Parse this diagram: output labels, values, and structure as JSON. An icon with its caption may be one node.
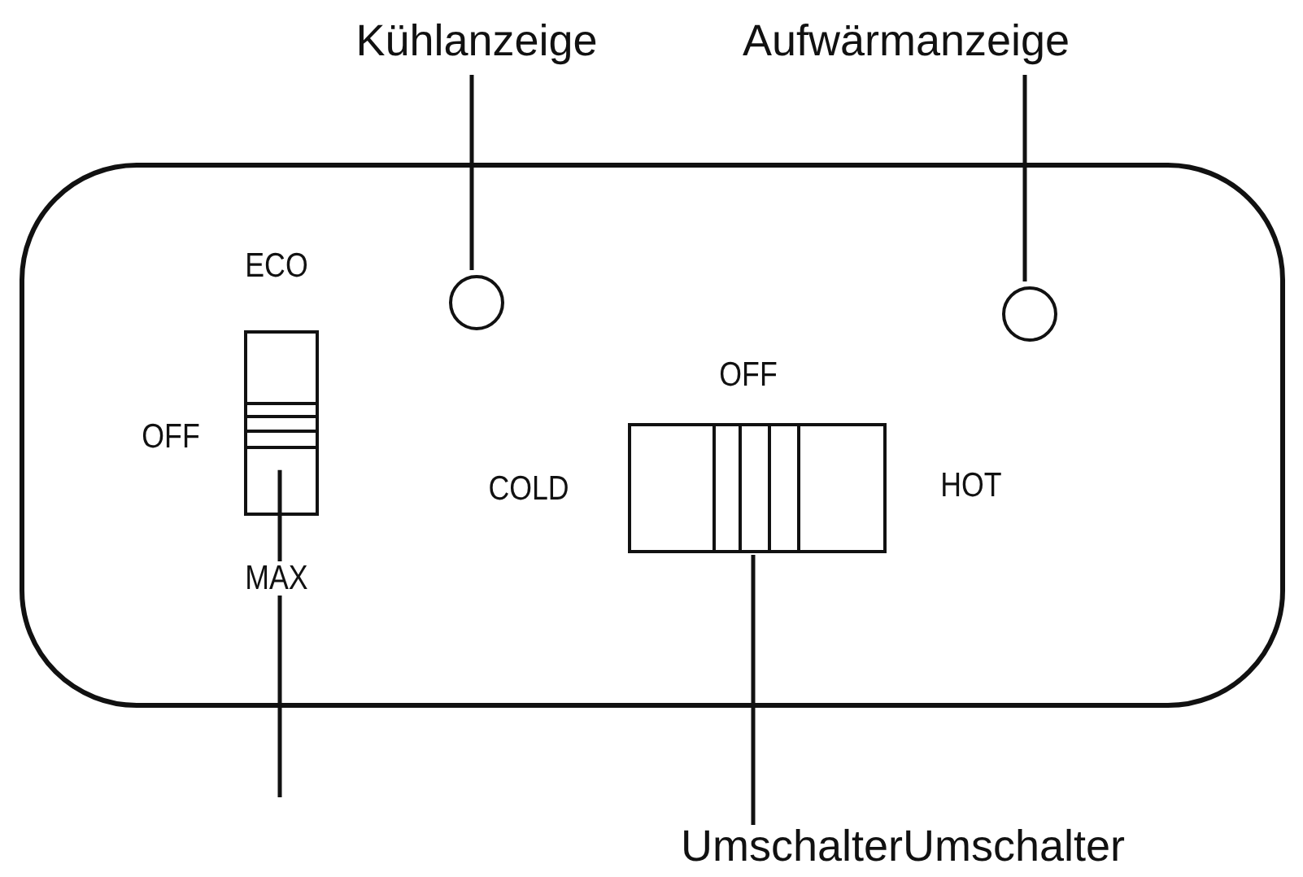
{
  "diagram": {
    "nodes": [
      {
        "text": [
          "Kühlanzeige"
        ]
      },
      {
        "text": [
          "Aufwärmanzeige"
        ]
      },
      {
        "text": [],
        "shape": "box"
      },
      {
        "text": [],
        "shape": "circle",
        "in": 2
      },
      {
        "text": [],
        "shape": "circle",
        "in": 2
      },
      {
        "text": [],
        "shape": "box",
        "in": 2,
        "beside": [
          "ECO",
          "OFF",
          "MAX"
        ]
      },
      {
        "text": [],
        "shape": "box",
        "in": 2,
        "beside": [
          "OFF",
          "COLD",
          "HOT"
        ]
      },
      {
        "text": [
          "UmschalterUmschalter"
        ]
      }
    ],
    "edges": [
      {
        "from": 0,
        "to": 3,
        "arrow": "none"
      },
      {
        "from": 1,
        "to": 4,
        "arrow": "none"
      },
      {
        "from": 5,
        "to": null,
        "arrow": "none"
      },
      {
        "from": 6,
        "to": 7,
        "arrow": "none"
      }
    ]
  }
}
